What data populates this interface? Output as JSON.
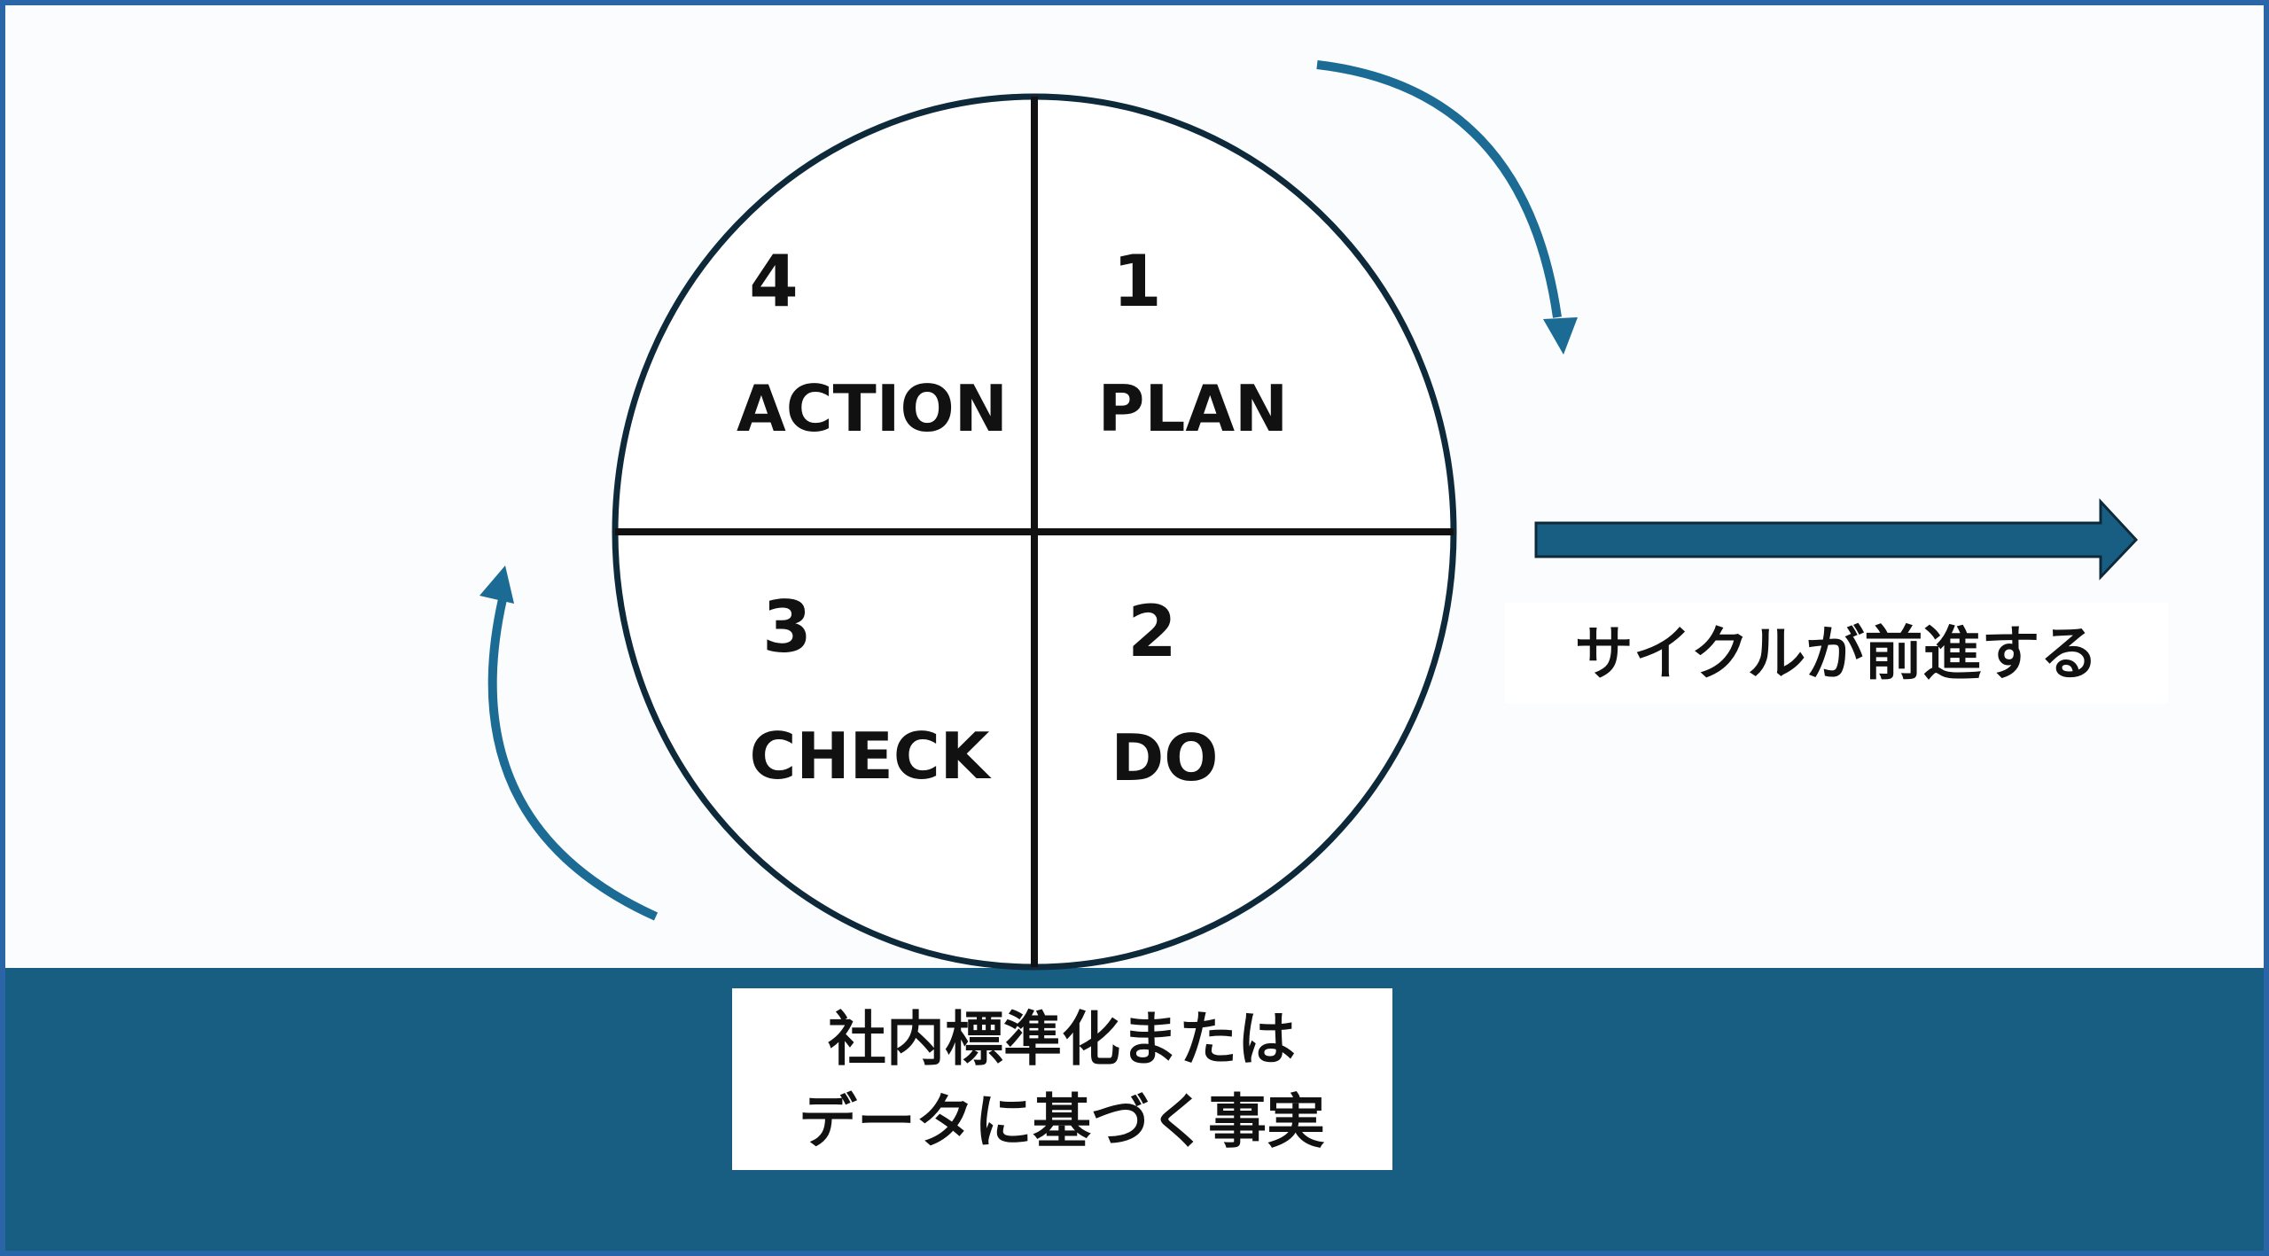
{
  "colors": {
    "background": "#fbfcfd",
    "frame_border": "#2a65a8",
    "ground": "#185e82",
    "circle_stroke": "#0e2a3a",
    "arrow": "#1c6b94",
    "text": "#111111"
  },
  "quadrants": {
    "plan": {
      "number": "1",
      "label": "PLAN"
    },
    "do": {
      "number": "2",
      "label": "DO"
    },
    "check": {
      "number": "3",
      "label": "CHECK"
    },
    "action": {
      "number": "4",
      "label": "ACTION"
    }
  },
  "advance_label": "サイクルが前進する",
  "foundation": {
    "line1": "社内標準化または",
    "line2": "データに基づく事実"
  }
}
